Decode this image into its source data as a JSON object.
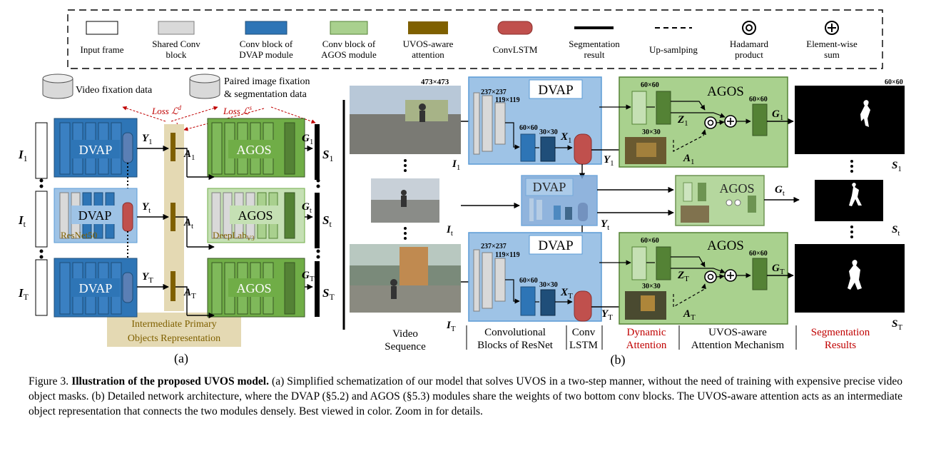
{
  "legend": {
    "input_frame": "Input frame",
    "shared_conv_1": "Shared Conv",
    "shared_conv_2": "block",
    "dvap_block_1": "Conv block of",
    "dvap_block_2": "DVAP module",
    "agos_block_1": "Conv block of",
    "agos_block_2": "AGOS module",
    "uvos_att_1": "UVOS-aware",
    "uvos_att_2": "attention",
    "convlstm": "ConvLSTM",
    "seg_1": "Segmentation",
    "seg_2": "result",
    "upsample": "Up-samlping",
    "hadamard_1": "Hadamard",
    "hadamard_2": "product",
    "sum_1": "Element-wise",
    "sum_2": "sum"
  },
  "panel_a": {
    "video_data": "Video fixation data",
    "paired_1": "Paired image fixation",
    "paired_2": "& segmentation data",
    "loss_d": "Loss ℒ",
    "loss_d_sup": "d",
    "loss_s": "Loss ℒ",
    "loss_s_sup": "s",
    "dvap": "DVAP",
    "agos": "AGOS",
    "resnet": "ResNet50",
    "deeplab": "DeepLab",
    "deeplab_sub": "V3",
    "inter_1": "Intermediate Primary",
    "inter_2": "Objects Representation",
    "label": "(a)",
    "I": "I",
    "Y": "Y",
    "A": "A",
    "G": "G",
    "S": "S",
    "sub_1": "1",
    "sub_t": "t",
    "sub_T": "T"
  },
  "panel_b": {
    "size_in": "473×473",
    "size_237": "237×237",
    "size_119": "119×119",
    "size_60": "60×60",
    "size_30": "30×30",
    "dvap": "DVAP",
    "agos": "AGOS",
    "X": "X",
    "Z": "Z",
    "cols": {
      "video_1": "Video",
      "video_2": "Sequence",
      "conv_1": "Convolutional",
      "conv_2": "Blocks of ResNet",
      "lstm_1": "Conv",
      "lstm_2": "LSTM",
      "dyn_1": "Dynamic",
      "dyn_2": "Attention",
      "uvos_1": "UVOS-aware",
      "uvos_2": "Attention Mechanism",
      "segr_1": "Segmentation",
      "segr_2": "Results"
    },
    "label": "(b)"
  },
  "caption": {
    "prefix": "Figure 3.",
    "title": "Illustration of the proposed UVOS model.",
    "body": " (a) Simplified schematization of our model that solves UVOS in a two-step manner, without the need of training with expensive precise video object masks. (b) Detailed network architecture, where the DVAP (§5.2) and AGOS (§5.3) modules share the weights of two bottom conv blocks. The UVOS-aware attention acts as an intermediate object representation that connects the two modules densely. Best viewed in color. Zoom in for details."
  },
  "colors": {
    "dvap_bg": "#9ec3e6",
    "dvap_block": "#2e75b6",
    "agos_bg": "#a9d18e",
    "agos_light": "#a9d08e",
    "agos_dark": "#548235",
    "shared": "#d9d9d9",
    "attention": "#7f6000",
    "convlstm": "#c0504d",
    "inter_bg": "#e4d9b3",
    "red_text": "#c00000",
    "loss_red": "#c00000"
  }
}
